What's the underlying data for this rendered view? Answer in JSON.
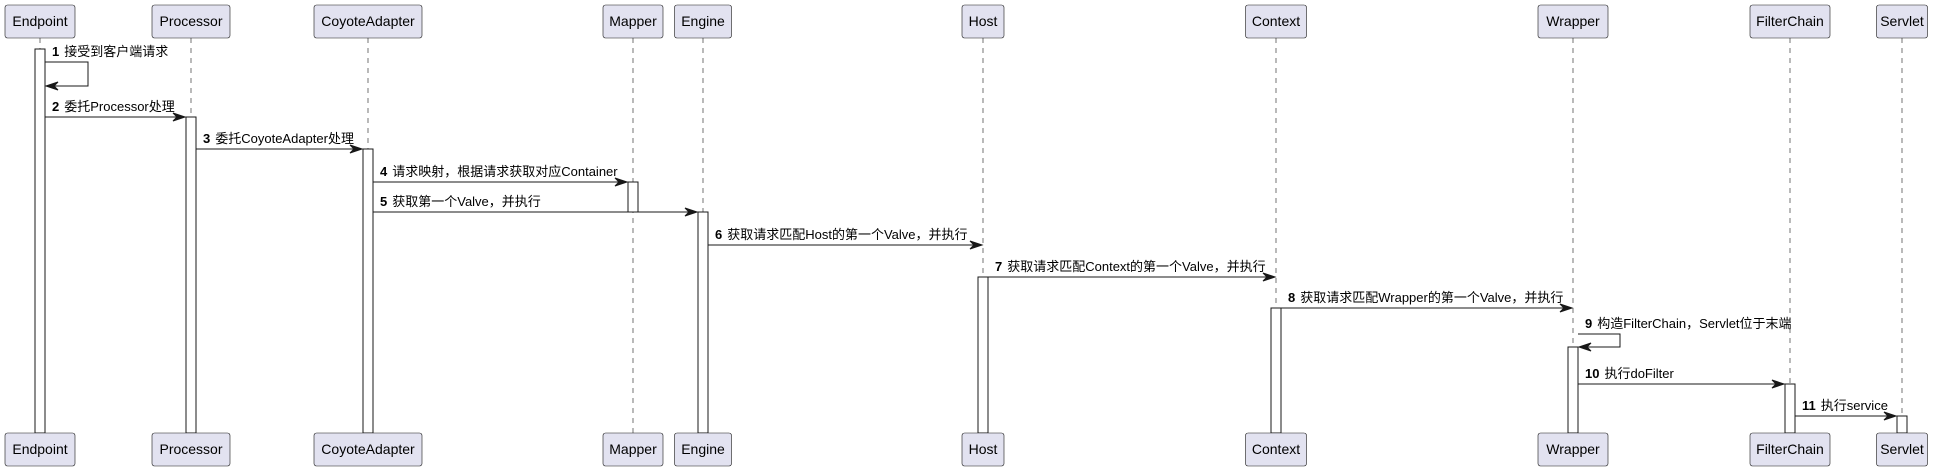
{
  "diagram": {
    "type": "sequence",
    "participants": [
      {
        "id": "endpoint",
        "label": "Endpoint"
      },
      {
        "id": "processor",
        "label": "Processor"
      },
      {
        "id": "coyoteadapter",
        "label": "CoyoteAdapter"
      },
      {
        "id": "mapper",
        "label": "Mapper"
      },
      {
        "id": "engine",
        "label": "Engine"
      },
      {
        "id": "host",
        "label": "Host"
      },
      {
        "id": "context",
        "label": "Context"
      },
      {
        "id": "wrapper",
        "label": "Wrapper"
      },
      {
        "id": "filterchain",
        "label": "FilterChain"
      },
      {
        "id": "servlet",
        "label": "Servlet"
      }
    ],
    "messages": [
      {
        "num": "1",
        "from": "endpoint",
        "to": "endpoint",
        "text": "接受到客户端请求"
      },
      {
        "num": "2",
        "from": "endpoint",
        "to": "processor",
        "text": "委托Processor处理"
      },
      {
        "num": "3",
        "from": "processor",
        "to": "coyoteadapter",
        "text": "委托CoyoteAdapter处理"
      },
      {
        "num": "4",
        "from": "coyoteadapter",
        "to": "mapper",
        "text": "请求映射，根据请求获取对应Container"
      },
      {
        "num": "5",
        "from": "coyoteadapter",
        "to": "engine",
        "text": "获取第一个Valve，并执行"
      },
      {
        "num": "6",
        "from": "engine",
        "to": "host",
        "text": "获取请求匹配Host的第一个Valve，并执行"
      },
      {
        "num": "7",
        "from": "host",
        "to": "context",
        "text": "获取请求匹配Context的第一个Valve，并执行"
      },
      {
        "num": "8",
        "from": "context",
        "to": "wrapper",
        "text": "获取请求匹配Wrapper的第一个Valve，并执行"
      },
      {
        "num": "9",
        "from": "wrapper",
        "to": "wrapper",
        "text": "构造FilterChain，Servlet位于末端"
      },
      {
        "num": "10",
        "from": "wrapper",
        "to": "filterchain",
        "text": "执行doFilter"
      },
      {
        "num": "11",
        "from": "filterchain",
        "to": "servlet",
        "text": "执行service"
      }
    ]
  }
}
